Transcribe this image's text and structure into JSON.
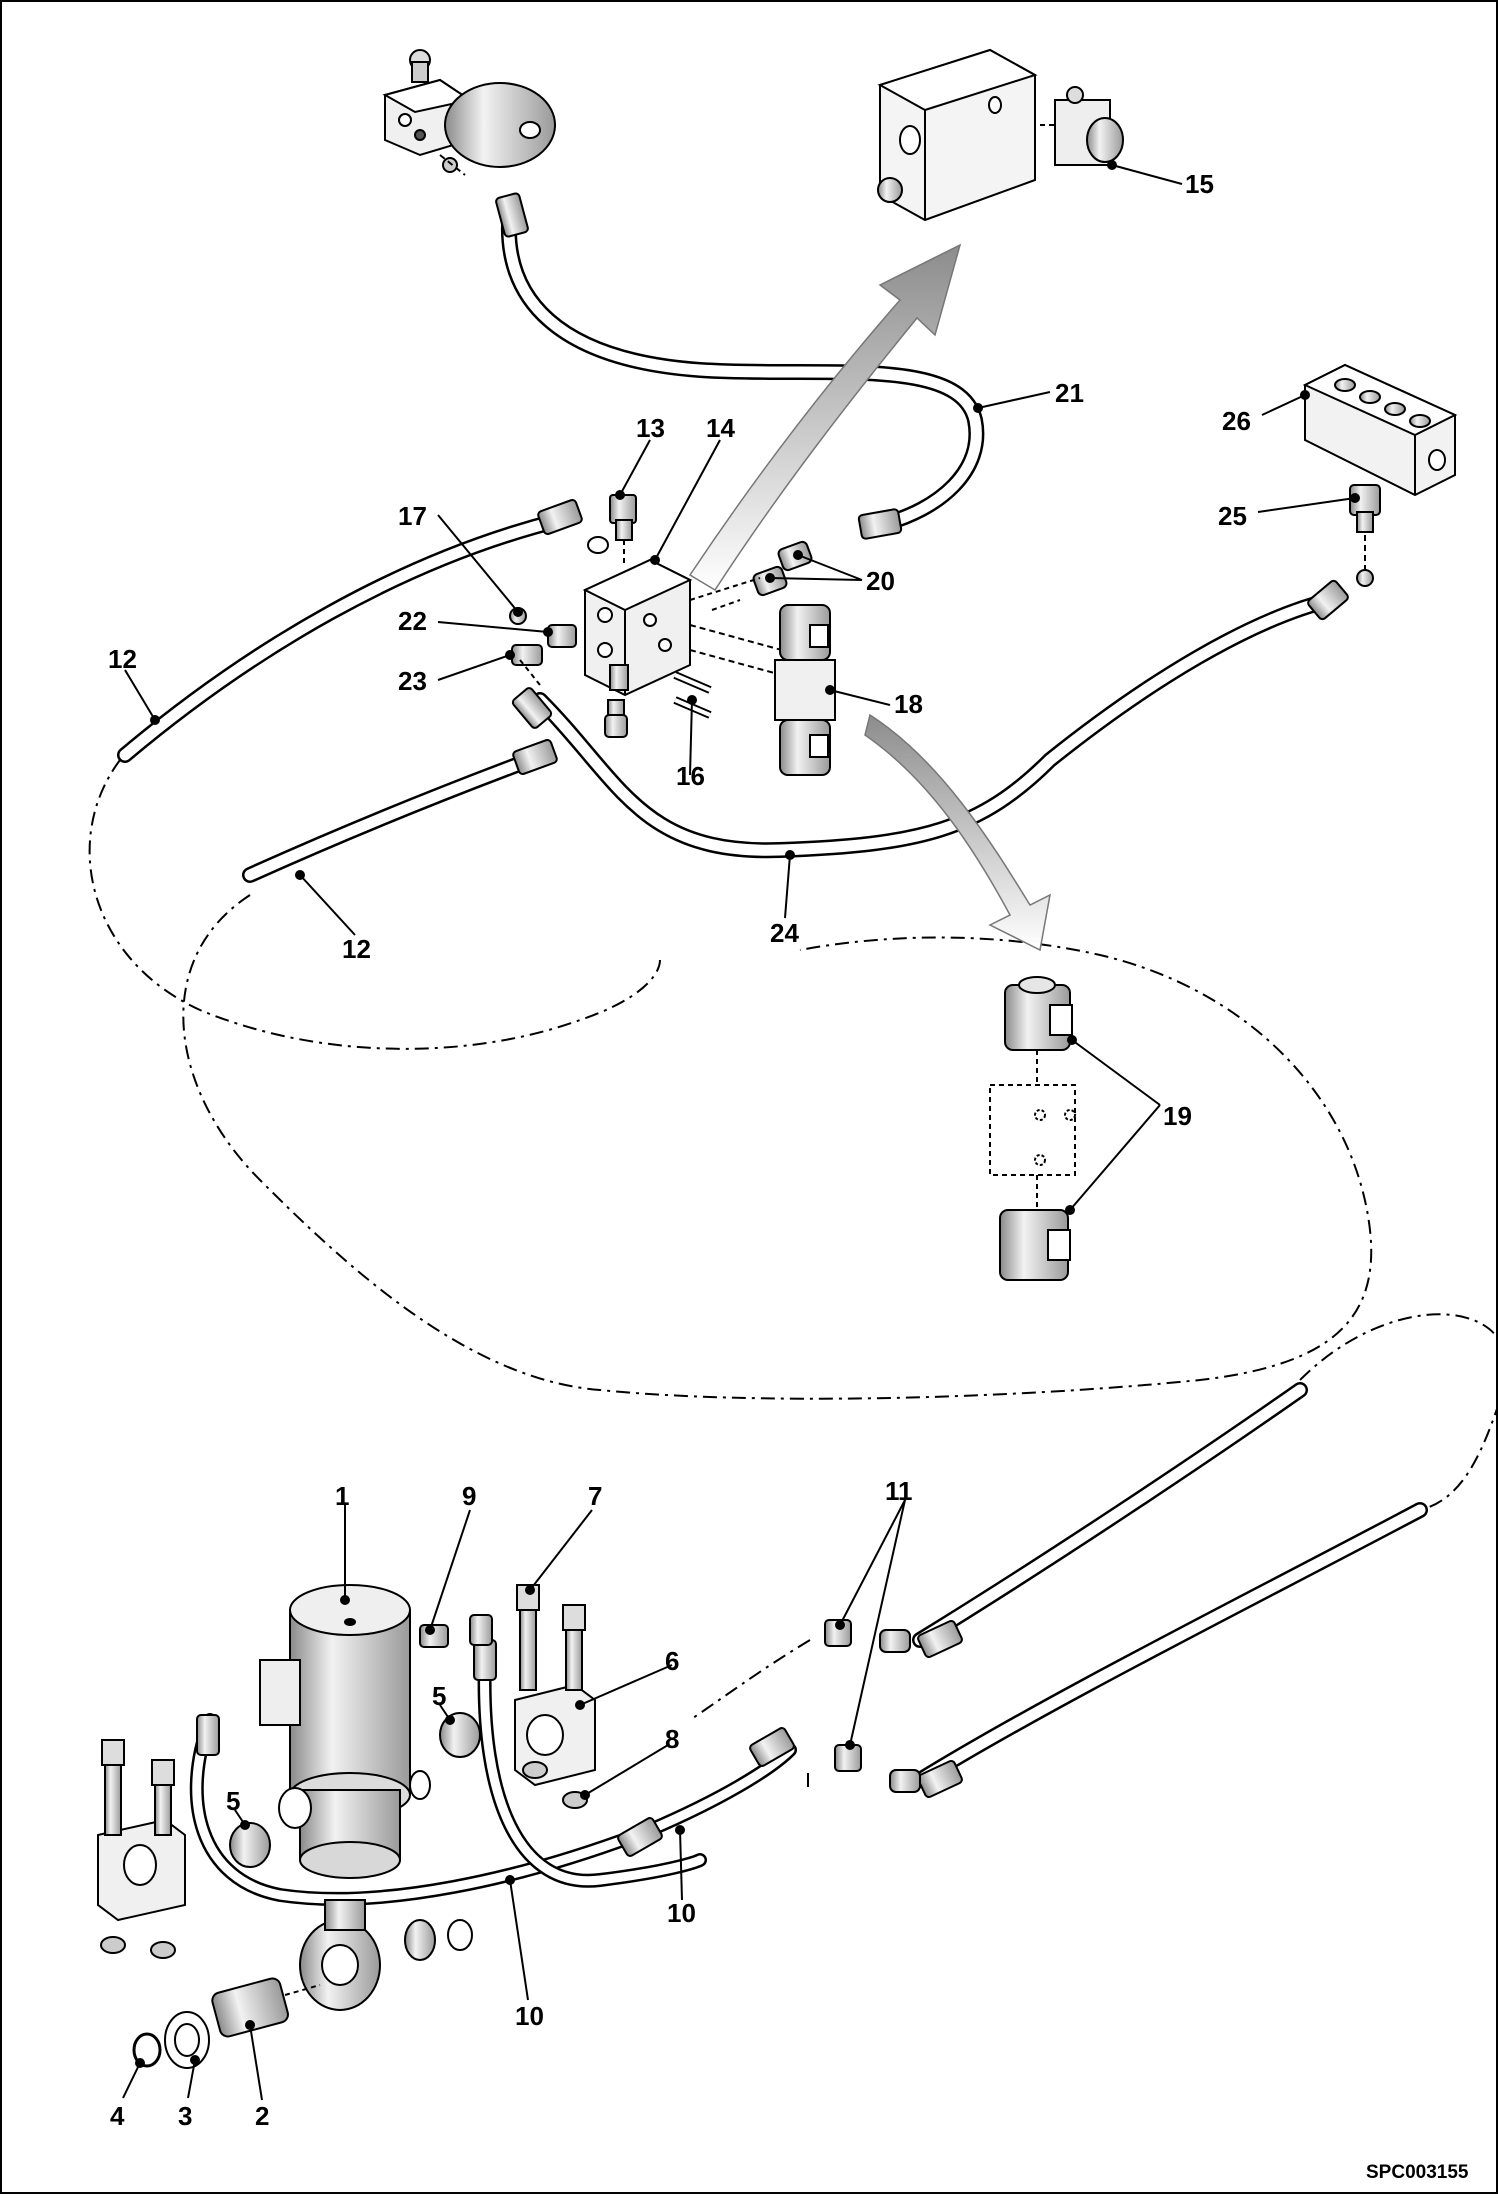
{
  "drawing": {
    "code": "SPC003155",
    "callouts": {
      "c1": "1",
      "c2": "2",
      "c3": "3",
      "c4": "4",
      "c5a": "5",
      "c5b": "5",
      "c6": "6",
      "c7": "7",
      "c8": "8",
      "c9": "9",
      "c10a": "10",
      "c10b": "10",
      "c11": "11",
      "c12a": "12",
      "c12b": "12",
      "c13": "13",
      "c14": "14",
      "c15": "15",
      "c16": "16",
      "c17": "17",
      "c18": "18",
      "c19": "19",
      "c20": "20",
      "c21": "21",
      "c22": "22",
      "c23": "23",
      "c24": "24",
      "c25": "25",
      "c26": "26"
    }
  }
}
